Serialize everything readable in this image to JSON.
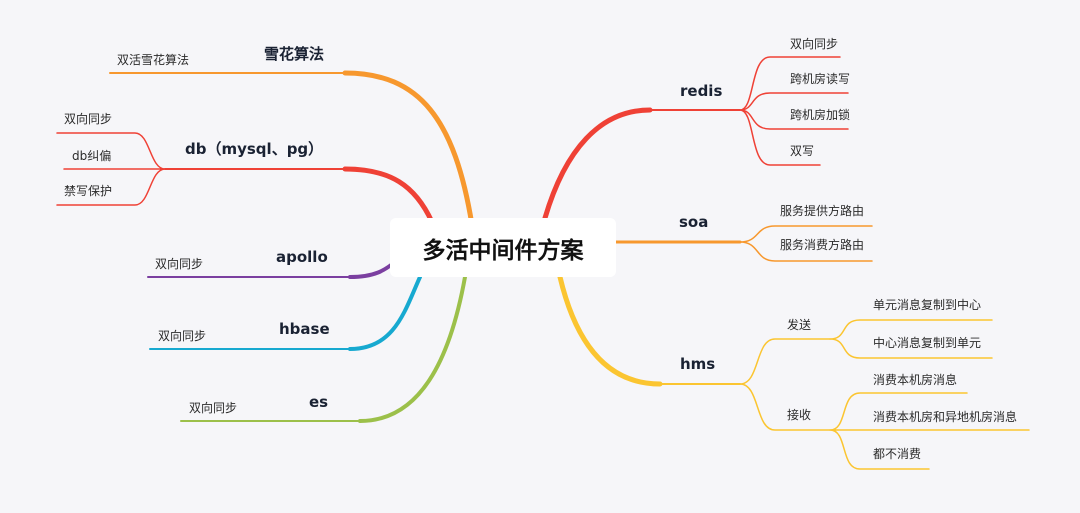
{
  "central": "多活中间件方案",
  "colors": {
    "orange": "#f7982e",
    "red": "#ef4136",
    "purple": "#7b3fa0",
    "teal": "#17a9d0",
    "green": "#9cc04a",
    "yellow": "#fbc531"
  },
  "left": {
    "snowflake": {
      "label": "雪花算法",
      "children": [
        "双活雪花算法"
      ]
    },
    "db": {
      "label": "db（mysql、pg）",
      "children": [
        "双向同步",
        "db纠偏",
        "禁写保护"
      ]
    },
    "apollo": {
      "label": "apollo",
      "children": [
        "双向同步"
      ]
    },
    "hbase": {
      "label": "hbase",
      "children": [
        "双向同步"
      ]
    },
    "es": {
      "label": "es",
      "children": [
        "双向同步"
      ]
    }
  },
  "right": {
    "redis": {
      "label": "redis",
      "children": [
        "双向同步",
        "跨机房读写",
        "跨机房加锁",
        "双写"
      ]
    },
    "soa": {
      "label": "soa",
      "children": [
        "服务提供方路由",
        "服务消费方路由"
      ]
    },
    "hms": {
      "label": "hms",
      "send": {
        "label": "发送",
        "children": [
          "单元消息复制到中心",
          "中心消息复制到单元"
        ]
      },
      "receive": {
        "label": "接收",
        "children": [
          "消费本机房消息",
          "消费本机房和异地机房消息",
          "都不消费"
        ]
      }
    }
  }
}
